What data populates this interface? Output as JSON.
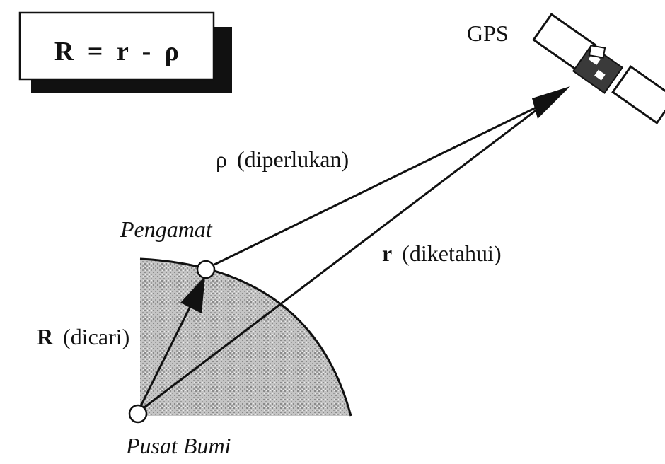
{
  "formula": {
    "lhs": "R",
    "equals": "=",
    "term1": "r",
    "minus": "-",
    "term2": "ρ"
  },
  "labels": {
    "satellite": "GPS",
    "observer": "Pengamat",
    "earth_center": "Pusat Bumi",
    "rho_symbol": "ρ",
    "rho_note": "(diperlukan)",
    "r_symbol": "r",
    "r_note": "(diketahui)",
    "R_symbol": "R",
    "R_note": "(dicari)"
  },
  "colors": {
    "ink": "#111111",
    "earth_fill": "#bdbdbd",
    "background": "#ffffff"
  }
}
